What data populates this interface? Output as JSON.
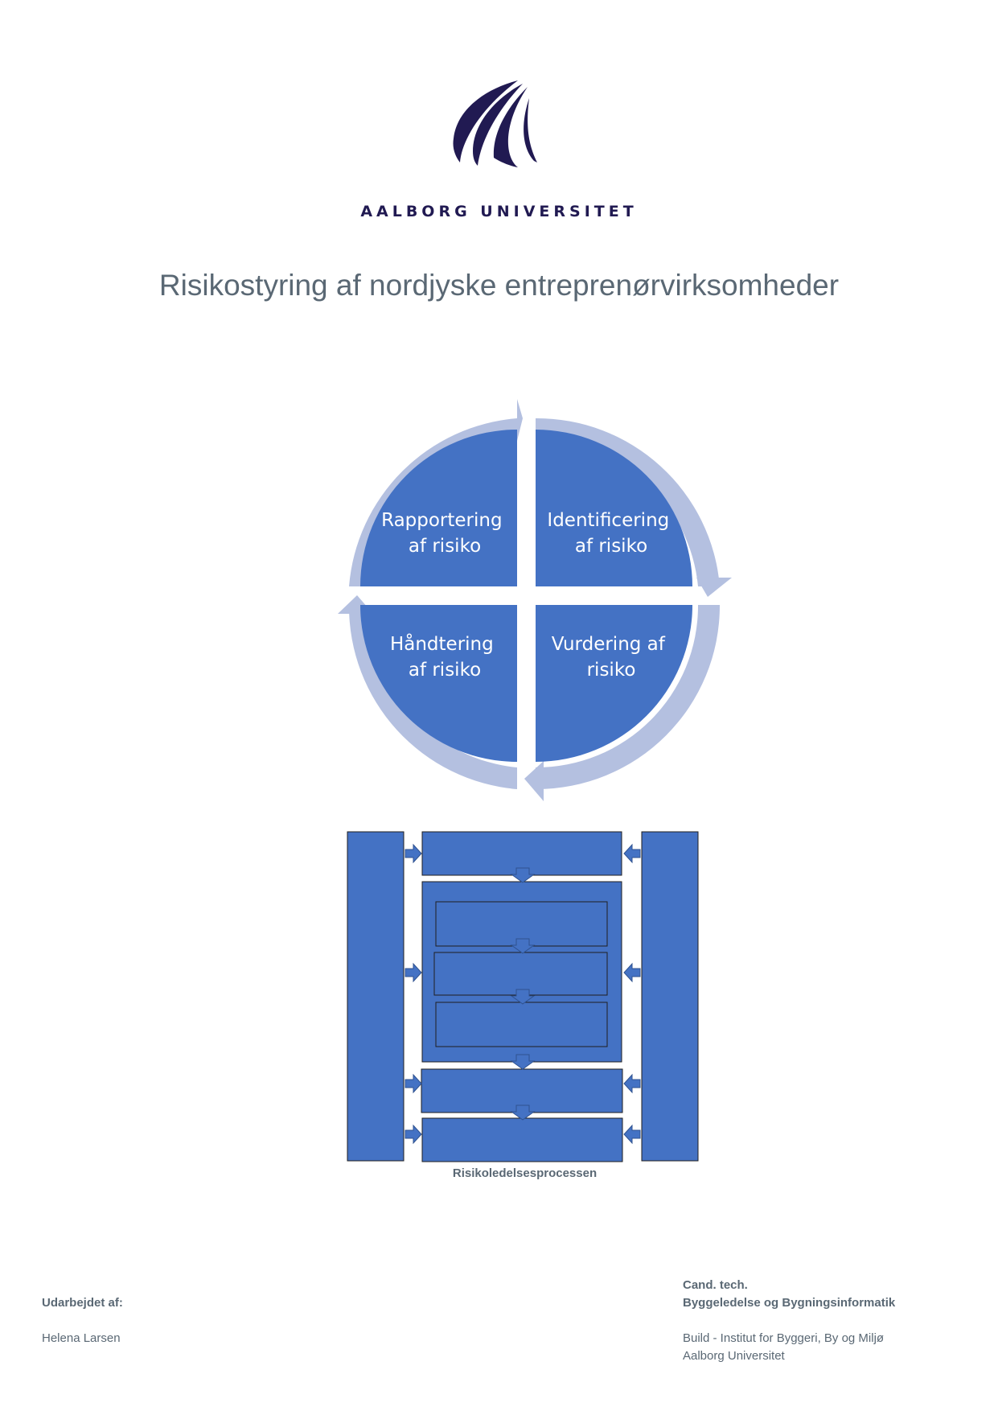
{
  "header": {
    "university_name": "AALBORG UNIVERSITET",
    "title": "Risikostyring af nordjyske entreprenørvirksomheder"
  },
  "cycle": {
    "quadrants": [
      {
        "line1": "Rapportering",
        "line2": "af risiko"
      },
      {
        "line1": "Identificering",
        "line2": "af risiko"
      },
      {
        "line1": "Håndtering",
        "line2": "af risiko"
      },
      {
        "line1": "Vurdering af",
        "line2": "risiko"
      }
    ]
  },
  "process": {
    "caption": "Risikoledelsesprocessen"
  },
  "footer": {
    "prepared_by_label": "Udarbejdet af:",
    "author": "Helena Larsen",
    "degree": "Cand. tech.",
    "programme": "Byggeledelse og Bygningsinformatik",
    "institute": "Build - Institut for Byggeri, By og Miljø",
    "university": "Aalborg Universitet"
  },
  "colors": {
    "quadrant_fill": "#4472c4",
    "arrow_ring": "#b4c0e0",
    "logo_navy": "#211a52",
    "text_gray": "#5a6874"
  }
}
